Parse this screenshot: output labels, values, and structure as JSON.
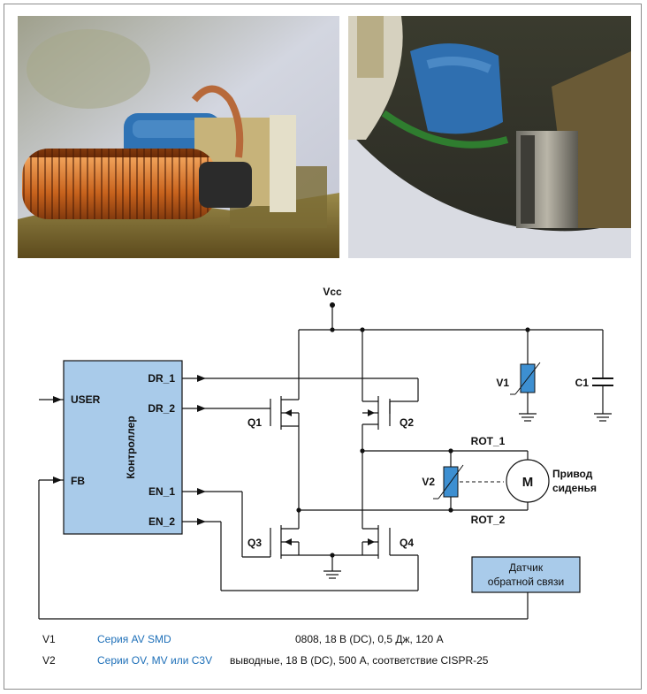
{
  "diagram": {
    "vcc_label": "Vcc",
    "controller_label": "Контроллер",
    "controller_pins": {
      "user": "USER",
      "fb": "FB",
      "dr1": "DR_1",
      "dr2": "DR_2",
      "en1": "EN_1",
      "en2": "EN_2"
    },
    "transistors": {
      "q1": "Q1",
      "q2": "Q2",
      "q3": "Q3",
      "q4": "Q4"
    },
    "varistor_v1": "V1",
    "varistor_v2": "V2",
    "capacitor_c1": "C1",
    "rot1": "ROT_1",
    "rot2": "ROT_2",
    "motor_symbol": "M",
    "motor_label_line1": "Привод",
    "motor_label_line2": "сиденья",
    "sensor_line1": "Датчик",
    "sensor_line2": "обратной связи"
  },
  "legend": [
    {
      "id": "V1",
      "series": "Серия AV SMD",
      "spec": "0808, 18 В (DC), 0,5 Дж, 120 А"
    },
    {
      "id": "V2",
      "series": "Серии OV, MV или C3V",
      "spec": "выводные, 18 В (DC), 500 А, соответствие CISPR-25"
    }
  ],
  "colors": {
    "block_fill": "#a9cbea",
    "series_text": "#1d6fb8",
    "varistor_fill": "#3d8fd1",
    "photo_left_bg": "#c9ccd8",
    "photo_right_bg": "#35372f"
  },
  "photos": [
    {
      "name": "photo-left",
      "subject": "component photo"
    },
    {
      "name": "photo-right",
      "subject": "component photo"
    }
  ]
}
